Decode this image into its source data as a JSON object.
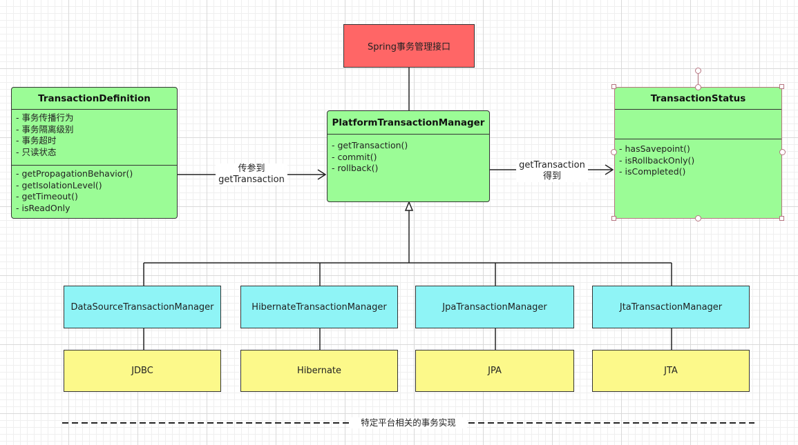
{
  "interface": {
    "label": "Spring事务管理接口"
  },
  "definition": {
    "title": "TransactionDefinition",
    "attributes": [
      "事务传播行为",
      "事务隔离级别",
      "事务超时",
      "只读状态"
    ],
    "methods": [
      "getPropagationBehavior()",
      "getIsolationLevel()",
      "getTimeout()",
      "isReadOnly"
    ]
  },
  "manager": {
    "title": "PlatformTransactionManager",
    "methods": [
      "getTransaction()",
      "commit()",
      "rollback()"
    ]
  },
  "status": {
    "title": "TransactionStatus",
    "methods": [
      "hasSavepoint()",
      "isRollbackOnly()",
      "isCompleted()"
    ]
  },
  "edges": {
    "def_to_manager": [
      "传参到",
      "getTransaction"
    ],
    "manager_to_status": [
      "getTransaction",
      "得到"
    ]
  },
  "implementations": [
    {
      "name": "DataSourceTransactionManager",
      "platform": "JDBC"
    },
    {
      "name": "HibernateTransactionManager",
      "platform": "Hibernate"
    },
    {
      "name": "JpaTransactionManager",
      "platform": "JPA"
    },
    {
      "name": "JtaTransactionManager",
      "platform": "JTA"
    }
  ],
  "footer": {
    "label": "特定平台相关的事务实现"
  },
  "colors": {
    "interface_fill": "#ff6666",
    "class_fill": "#9bfc96",
    "impl_fill": "#8ff4f6",
    "platform_fill": "#fcf98a",
    "selection_handle": "#b5737f"
  }
}
